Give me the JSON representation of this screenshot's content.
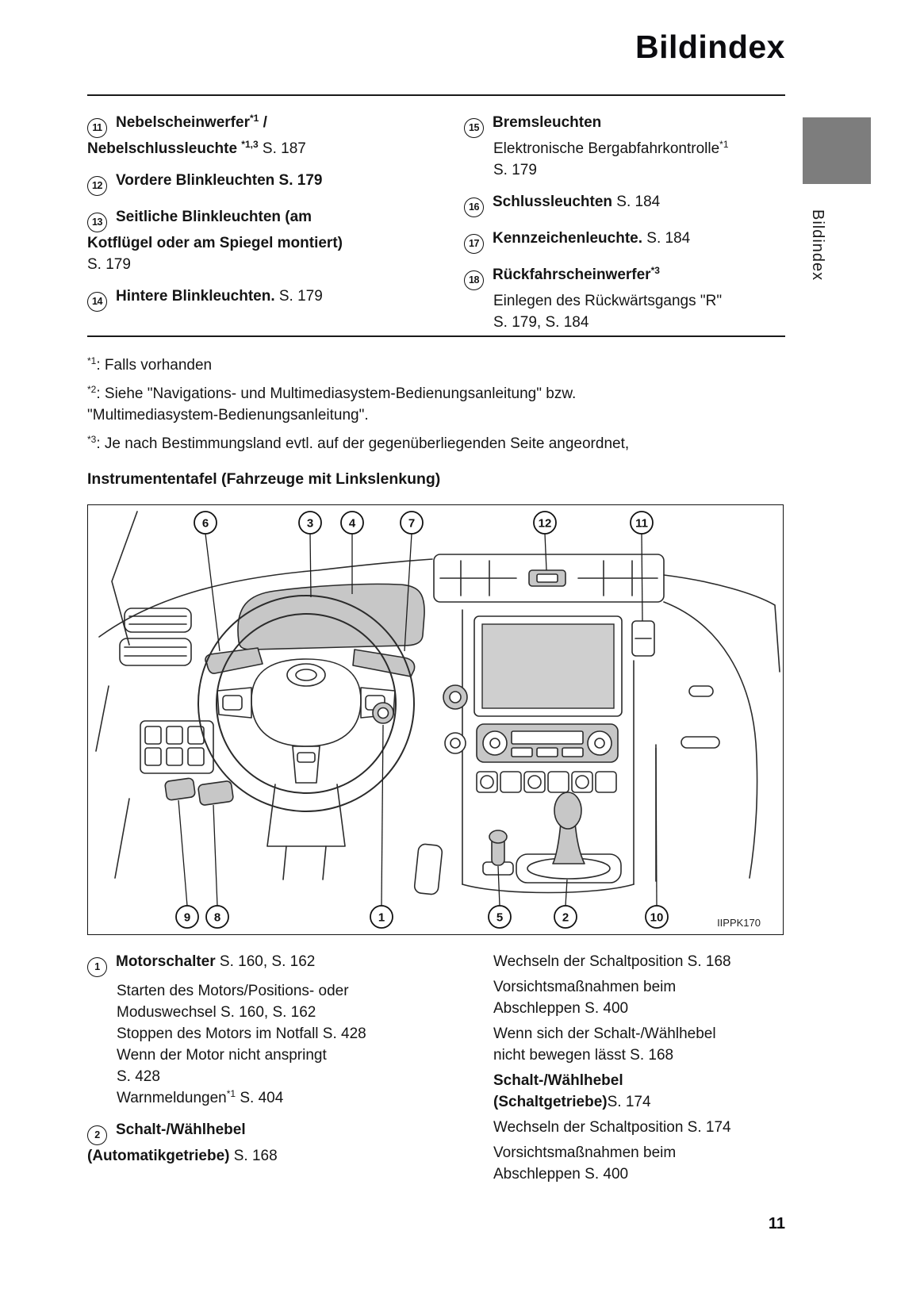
{
  "page": {
    "title": "Bildindex",
    "side_tab_label": "Bildindex",
    "page_number": "11"
  },
  "index": {
    "left": [
      {
        "num": "11",
        "l1b": "Nebelscheinwerfer",
        "l1sup": "*1",
        "l1b2": " /",
        "l2b": "Nebelschlussleuchte ",
        "l2sup": "*1,3",
        "l2r": " S. 187"
      },
      {
        "num": "12",
        "b": "Vordere Blinkleuchten S. 179"
      },
      {
        "num": "13",
        "b1": "Seitliche Blinkleuchten (am",
        "b2": "Kotflügel oder am Spiegel montiert)",
        "r": "S. 179"
      },
      {
        "num": "14",
        "b": "Hintere Blinkleuchten.",
        "r": " S. 179"
      }
    ],
    "right": [
      {
        "num": "15",
        "b": "Bremsleuchten",
        "r1": "Elektronische Bergabfahrkontrolle",
        "r1sup": "*1",
        "r2": "S. 179"
      },
      {
        "num": "16",
        "b": "Schlussleuchten",
        "r": " S. 184"
      },
      {
        "num": "17",
        "b": "Kennzeichenleuchte.",
        "r": " S. 184"
      },
      {
        "num": "18",
        "b": "Rückfahrscheinwerfer",
        "bsup": "*3",
        "r1": "Einlegen des Rückwärtsgangs \"R\"",
        "r2": "S. 179, S. 184"
      }
    ]
  },
  "footnotes": [
    {
      "sup": "*1",
      "t1": ": Falls vorhanden"
    },
    {
      "sup": "*2",
      "t1": ": Siehe \"Navigations- und Multimediasystem-Bedienungsanleitung\" bzw.",
      "t2": "\"Multimediasystem-Bedienungsanleitung\"."
    },
    {
      "sup": "*3",
      "t1": ": Je nach Bestimmungsland evtl. auf der gegenüberliegenden Seite angeordnet,"
    }
  ],
  "section_heading": "Instrumententafel (Fahrzeuge mit Linkslenkung)",
  "figure": {
    "code": "IIPPK170",
    "callouts_top": [
      "6",
      "3",
      "4",
      "7",
      "12",
      "11"
    ],
    "callouts_bottom": [
      "9",
      "8",
      "1",
      "5",
      "2",
      "10"
    ]
  },
  "legend": {
    "left": {
      "item1": {
        "num": "1",
        "b": "Motorschalter",
        "r": " S. 160, S. 162",
        "sub1": "Starten des Motors/Positions- oder",
        "sub2": "Moduswechsel S. 160, S. 162",
        "sub3": "Stoppen des Motors im Notfall S. 428",
        "sub4": "Wenn der Motor nicht anspringt",
        "sub5": "S. 428",
        "sub6a": "Warnmeldungen",
        "sub6sup": "*1",
        "sub6b": " S. 404"
      },
      "item2": {
        "num": "2",
        "b1": "Schalt-/Wählhebel",
        "b2": "(Automatikgetriebe)",
        "r": " S. 168"
      }
    },
    "right": {
      "l1": "Wechseln der Schaltposition S. 168",
      "l2": "Vorsichtsmaßnahmen beim",
      "l3": "Abschleppen S. 400",
      "l4": "Wenn sich der Schalt-/Wählhebel",
      "l5": "nicht bewegen lässt S. 168",
      "l6": "Schalt-/Wählhebel",
      "l7b": "(Schaltgetriebe)",
      "l7r": "S. 174",
      "l8": "Wechseln der Schaltposition S. 174",
      "l9": "Vorsichtsmaßnahmen beim",
      "l10": "Abschleppen S. 400"
    }
  }
}
